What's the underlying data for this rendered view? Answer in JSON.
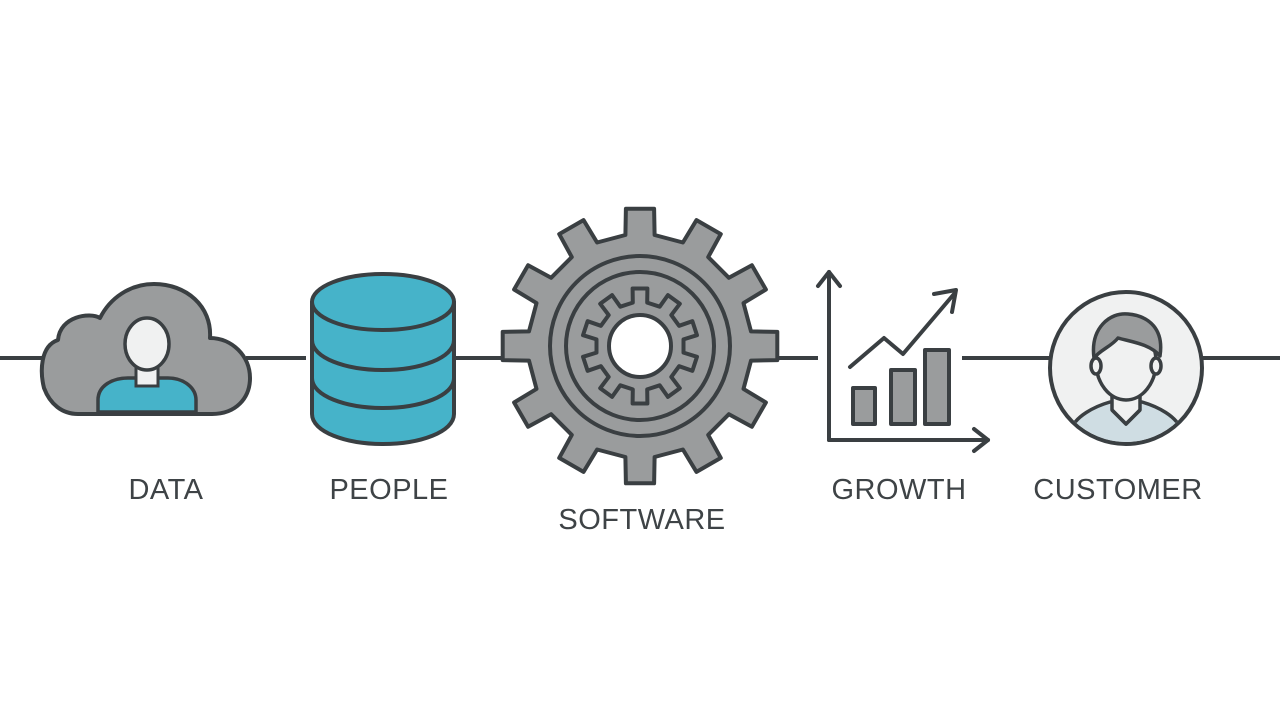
{
  "colors": {
    "stroke": "#3a3f42",
    "fill_gray": "#9a9c9d",
    "fill_teal": "#46b3c9",
    "fill_light": "#f0f1f1",
    "fill_pale_blue": "#cfdde3",
    "label": "#3e4346"
  },
  "steps": [
    {
      "label": "DATA",
      "icon": "cloud-user-icon"
    },
    {
      "label": "PEOPLE",
      "icon": "database-icon"
    },
    {
      "label": "SOFTWARE",
      "icon": "gear-icon"
    },
    {
      "label": "GROWTH",
      "icon": "growth-chart-icon"
    },
    {
      "label": "CUSTOMER",
      "icon": "customer-avatar-icon"
    }
  ]
}
